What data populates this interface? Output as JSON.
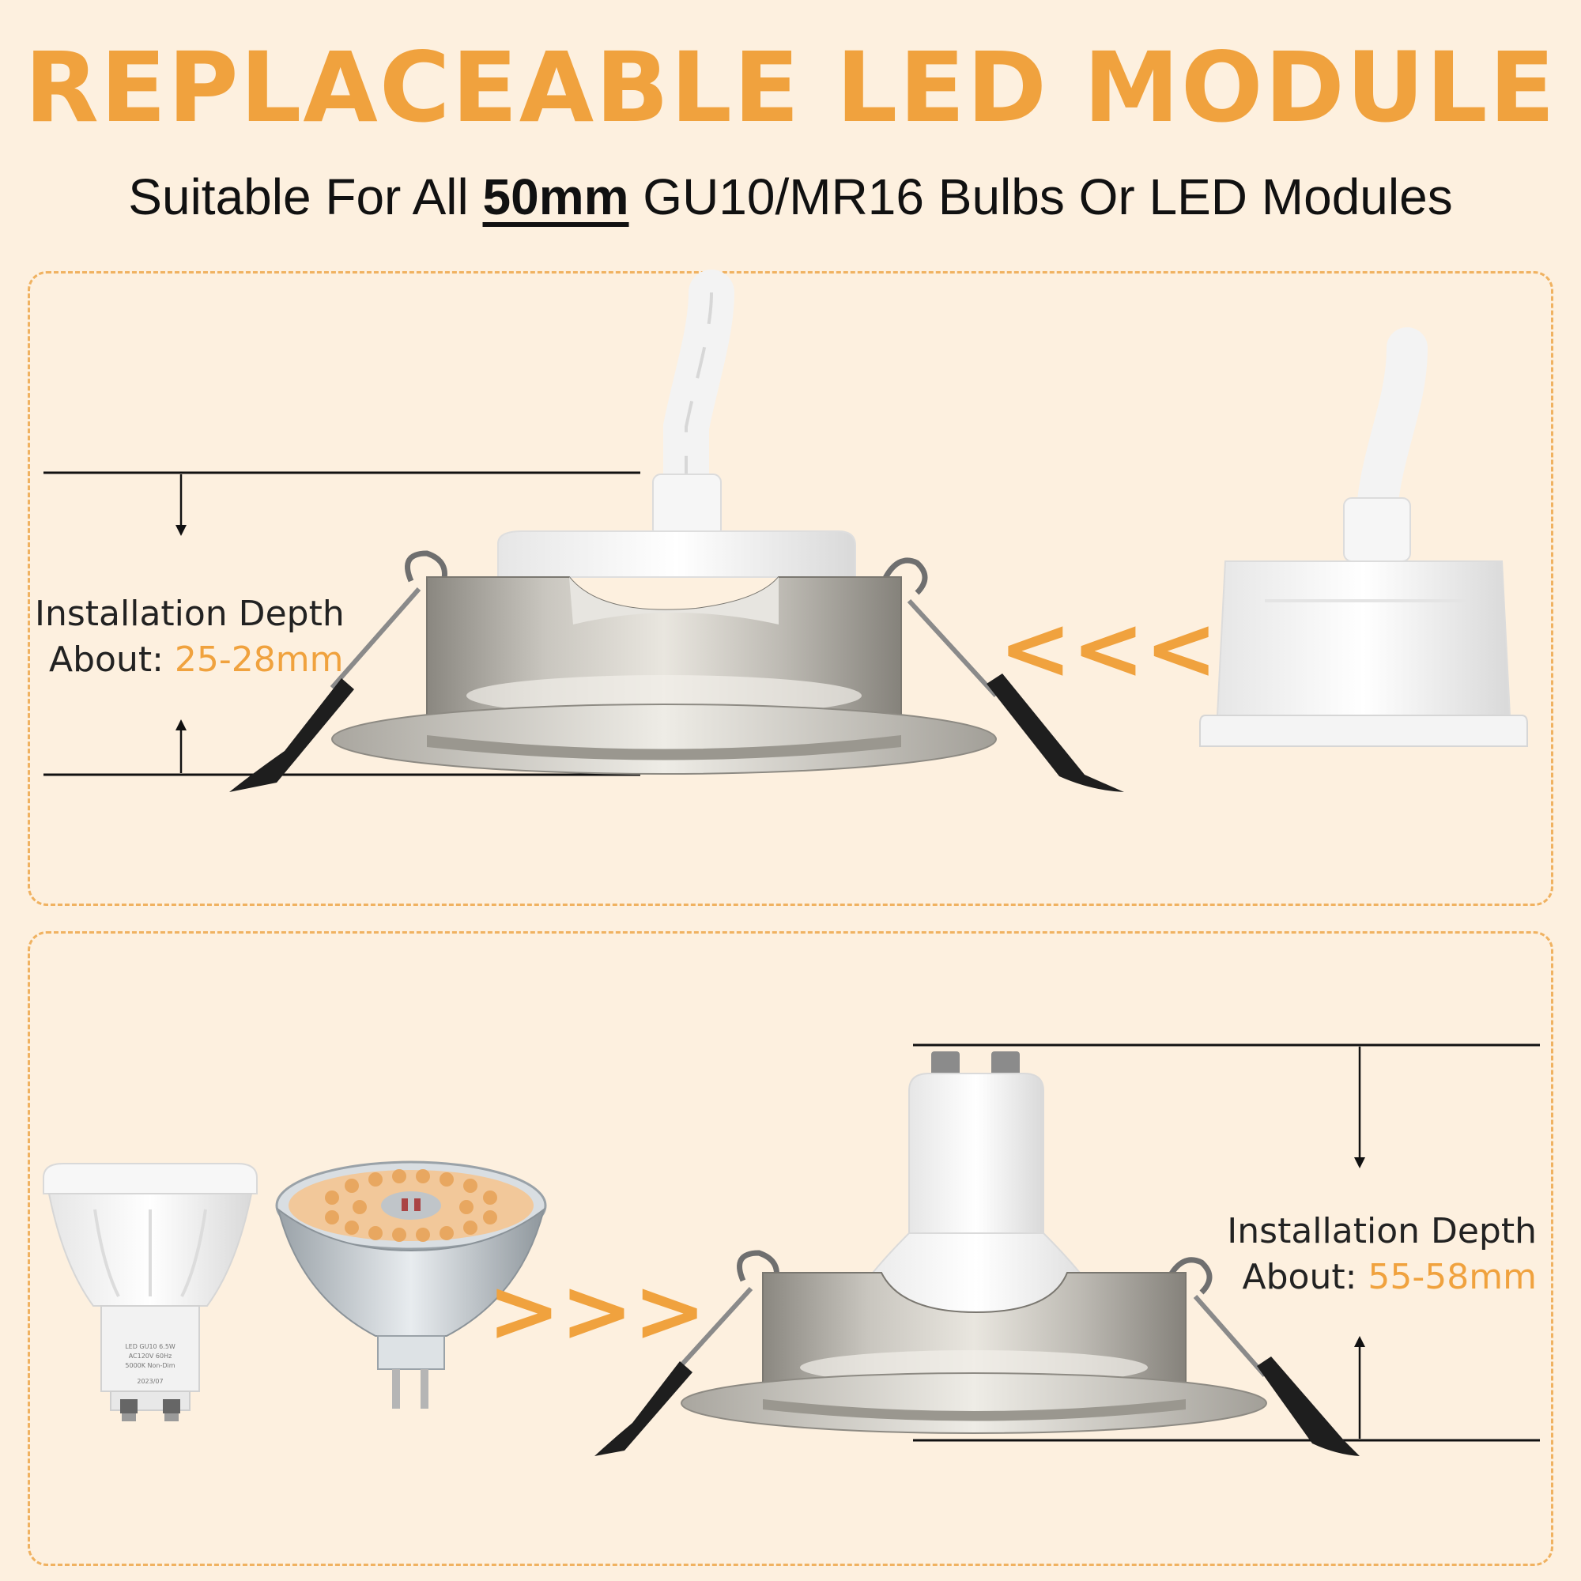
{
  "header": {
    "title": "REPLACEABLE LED MODULE",
    "subtitle_prefix": "Suitable For All ",
    "subtitle_emphasis": "50mm",
    "subtitle_suffix": " GU10/MR16 Bulbs Or LED Modules"
  },
  "panel_top": {
    "depth_label": "Installation Depth",
    "about_label": "About: ",
    "depth_value": "25-28mm",
    "arrows": "<<<"
  },
  "panel_bottom": {
    "depth_label": "Installation Depth",
    "about_label": "About: ",
    "depth_value": "55-58mm",
    "arrows": ">>>",
    "bulb_label_lines": [
      "LED GU10 6.5W",
      "AC120V 60Hz",
      "5000K Non-Dim",
      "2023/07"
    ]
  },
  "colors": {
    "accent": "#f0a23e",
    "background": "#fdf0df",
    "panel_border": "#f0b261"
  }
}
